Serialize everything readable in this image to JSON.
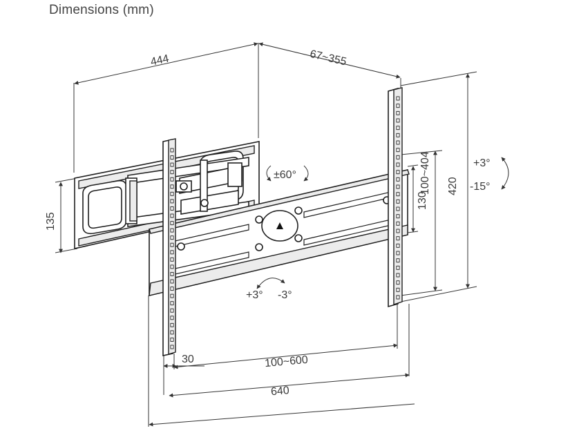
{
  "title": "Dimensions (mm)",
  "dimensions": {
    "arm_width": "444",
    "extension": "67~355",
    "height_total": "420",
    "vesa_vertical": "100~404",
    "rail_height": "130",
    "wall_plate_height": "135",
    "bracket_width": "30",
    "vesa_horizontal": "100~600",
    "total_width": "640"
  },
  "rotation": {
    "swivel": "±60°",
    "tilt_up": "+3°",
    "tilt_down": "-15°",
    "level_plus": "+3°",
    "level_minus": "-3°"
  }
}
